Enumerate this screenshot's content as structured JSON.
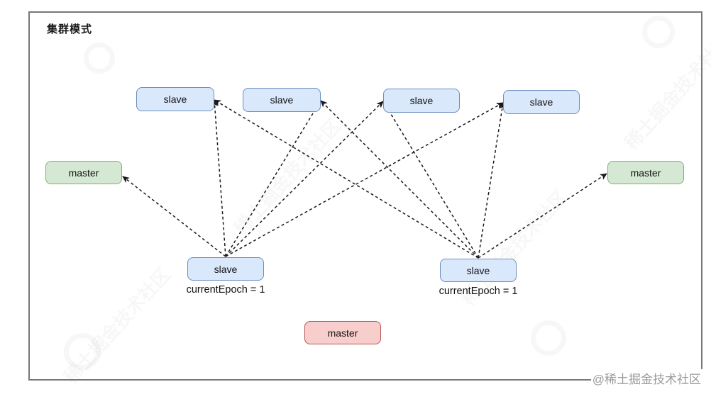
{
  "title": "集群模式",
  "watermark_credit": "@稀土掘金技术社区",
  "watermark_faint": "稀土掘金技术社区",
  "colors": {
    "slave_fill": "#dae8fc",
    "slave_border": "#6c8ebf",
    "master_fill": "#d5e8d4",
    "master_border": "#82b366",
    "failed_master_fill": "#f8cecc",
    "failed_master_border": "#b85450",
    "edge_line": "#1a1a1a",
    "frame_border": "#777777"
  },
  "nodes": {
    "slave_top_1": {
      "label": "slave"
    },
    "slave_top_2": {
      "label": "slave"
    },
    "slave_top_3": {
      "label": "slave"
    },
    "slave_top_4": {
      "label": "slave"
    },
    "master_left": {
      "label": "master"
    },
    "master_right": {
      "label": "master"
    },
    "slave_bottom_left": {
      "label": "slave",
      "caption": "currentEpoch = 1"
    },
    "slave_bottom_right": {
      "label": "slave",
      "caption": "currentEpoch = 1"
    },
    "master_failed": {
      "label": "master"
    }
  },
  "edges": [
    {
      "from": "slave_bottom_left",
      "to": "master_left"
    },
    {
      "from": "slave_bottom_left",
      "to": "slave_top_1"
    },
    {
      "from": "slave_bottom_left",
      "to": "slave_top_2"
    },
    {
      "from": "slave_bottom_left",
      "to": "slave_top_3"
    },
    {
      "from": "slave_bottom_left",
      "to": "slave_top_4"
    },
    {
      "from": "slave_bottom_right",
      "to": "slave_top_1"
    },
    {
      "from": "slave_bottom_right",
      "to": "slave_top_2"
    },
    {
      "from": "slave_bottom_right",
      "to": "slave_top_3"
    },
    {
      "from": "slave_bottom_right",
      "to": "slave_top_4"
    },
    {
      "from": "slave_bottom_right",
      "to": "master_right"
    }
  ]
}
